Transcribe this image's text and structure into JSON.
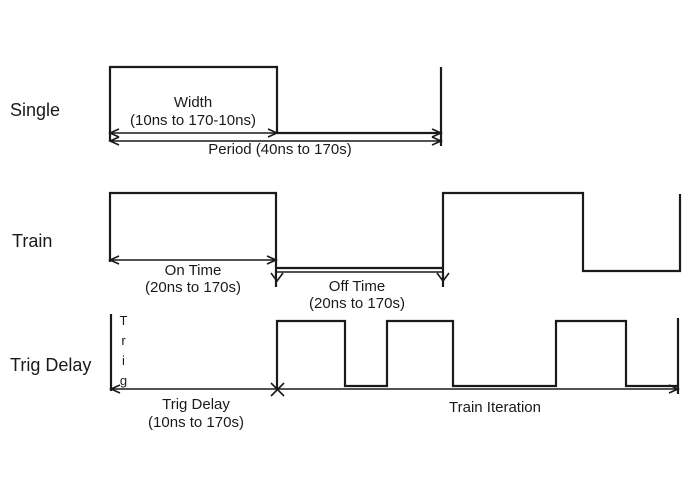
{
  "diagram": {
    "colors": {
      "background": "#ffffff",
      "line": "#1a1a1a",
      "text": "#1a1a1a"
    },
    "rows": {
      "single": {
        "label": "Single",
        "width_label_line1": "Width",
        "width_label_line2": "(10ns to 170-10ns)",
        "period_label": "Period (40ns to 170s)"
      },
      "train": {
        "label": "Train",
        "on_time_label_line1": "On Time",
        "on_time_label_line2": "(20ns to 170s)",
        "off_time_label_line1": "Off Time",
        "off_time_label_line2": "(20ns to 170s)"
      },
      "trig_delay": {
        "label": "Trig Delay",
        "trigger_axis_label": "Trig",
        "delay_label_line1": "Trig Delay",
        "delay_label_line2": "(10ns to 170s)",
        "iteration_label": "Train Iteration"
      }
    }
  }
}
